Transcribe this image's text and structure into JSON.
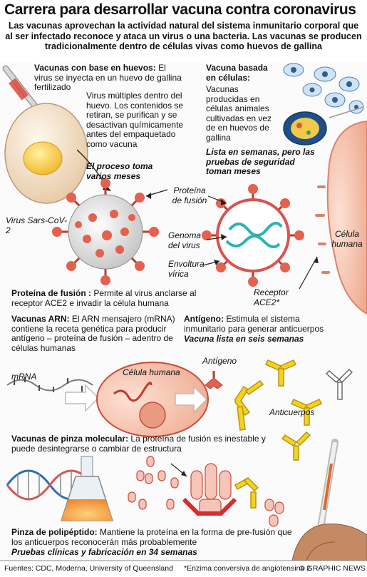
{
  "header": {
    "title": "Carrera para desarrollar vacuna contra coronavirus",
    "intro": "Las vacunas aprovechan la actividad natural del sistema inmunitario corporal que al ser infectado reconoce y ataca un virus o una bacteria. Las vacunas se producen tradicionalmente dentro de células vivas como huevos de gallina"
  },
  "egg_section": {
    "heading": "Vacunas con base en huevos:",
    "text": " El virus se inyecta en un huevo de gallina fertilizado",
    "text2": "Virus múltiples dentro del huevo. Los contenidos se retiran, se purifican y se desactivan químicamente antes del empaquetado como vacuna",
    "duration": "El proceso toma varios meses"
  },
  "cell_section": {
    "heading": "Vacuna basada en células:",
    "text": "Vacunas producidas en células animales cultivadas en vez de en huevos de gallina",
    "duration": "Lista en semanas, pero las pruebas de seguridad toman meses"
  },
  "virus_labels": {
    "virus_name": "Virus Sars-CoV-2",
    "fusion_protein": "Proteína de fusión",
    "genome": "Genoma del virus",
    "envelope": "Envoltura vírica",
    "human_cell": "Célula humana",
    "receptor": "Receptor ACE2*"
  },
  "fusion_section": {
    "heading": "Proteína de fusión :",
    "text": " Permite al virus anclarse al receptor  ACE2 e invadir la célula humana"
  },
  "rna_section": {
    "heading": "Vacunas ARN:",
    "text": " El ARN mensajero (mRNA) contiene la receta genética para producir antígeno – proteína de fusión – adentro de células humanas"
  },
  "antigen_section": {
    "heading": "Antígeno:",
    "text": " Estimula el sistema inmunitario para generar anticuerpos",
    "duration": "Vacuna lista en seis semanas"
  },
  "mrna_labels": {
    "mrna": "mRNA",
    "human_cell": "Célula humana",
    "antigen": "Antígeno",
    "antibodies": "Anticuerpos"
  },
  "clamp_section": {
    "heading": "Vacunas de pinza molecular:",
    "text": " La proteína de fusión es inestable y puede desintegrarse o cambiar de estructura"
  },
  "polypeptide_section": {
    "heading": "Pinza de polipéptido:",
    "text": " Mantiene la proteína en la forma de pre-fusión que los anticuerpos reconocerán más probablemente",
    "duration": "Pruebas clínicas y fabricación en 34 semanas"
  },
  "footer": {
    "sources": "Fuentes: CDC, Moderna, University of Queensland",
    "note": "*Enzima conversiva de angiotensina 2",
    "credit": "© GRAPHIC NEWS"
  },
  "colors": {
    "virus_red": "#d9534f",
    "cell_pink": "#f4c9b8",
    "antibody_yellow": "#f5d21f",
    "egg_yellow": "#f8d64a",
    "dna_blue": "#2a6db5",
    "flask_orange": "#ef8a32"
  }
}
